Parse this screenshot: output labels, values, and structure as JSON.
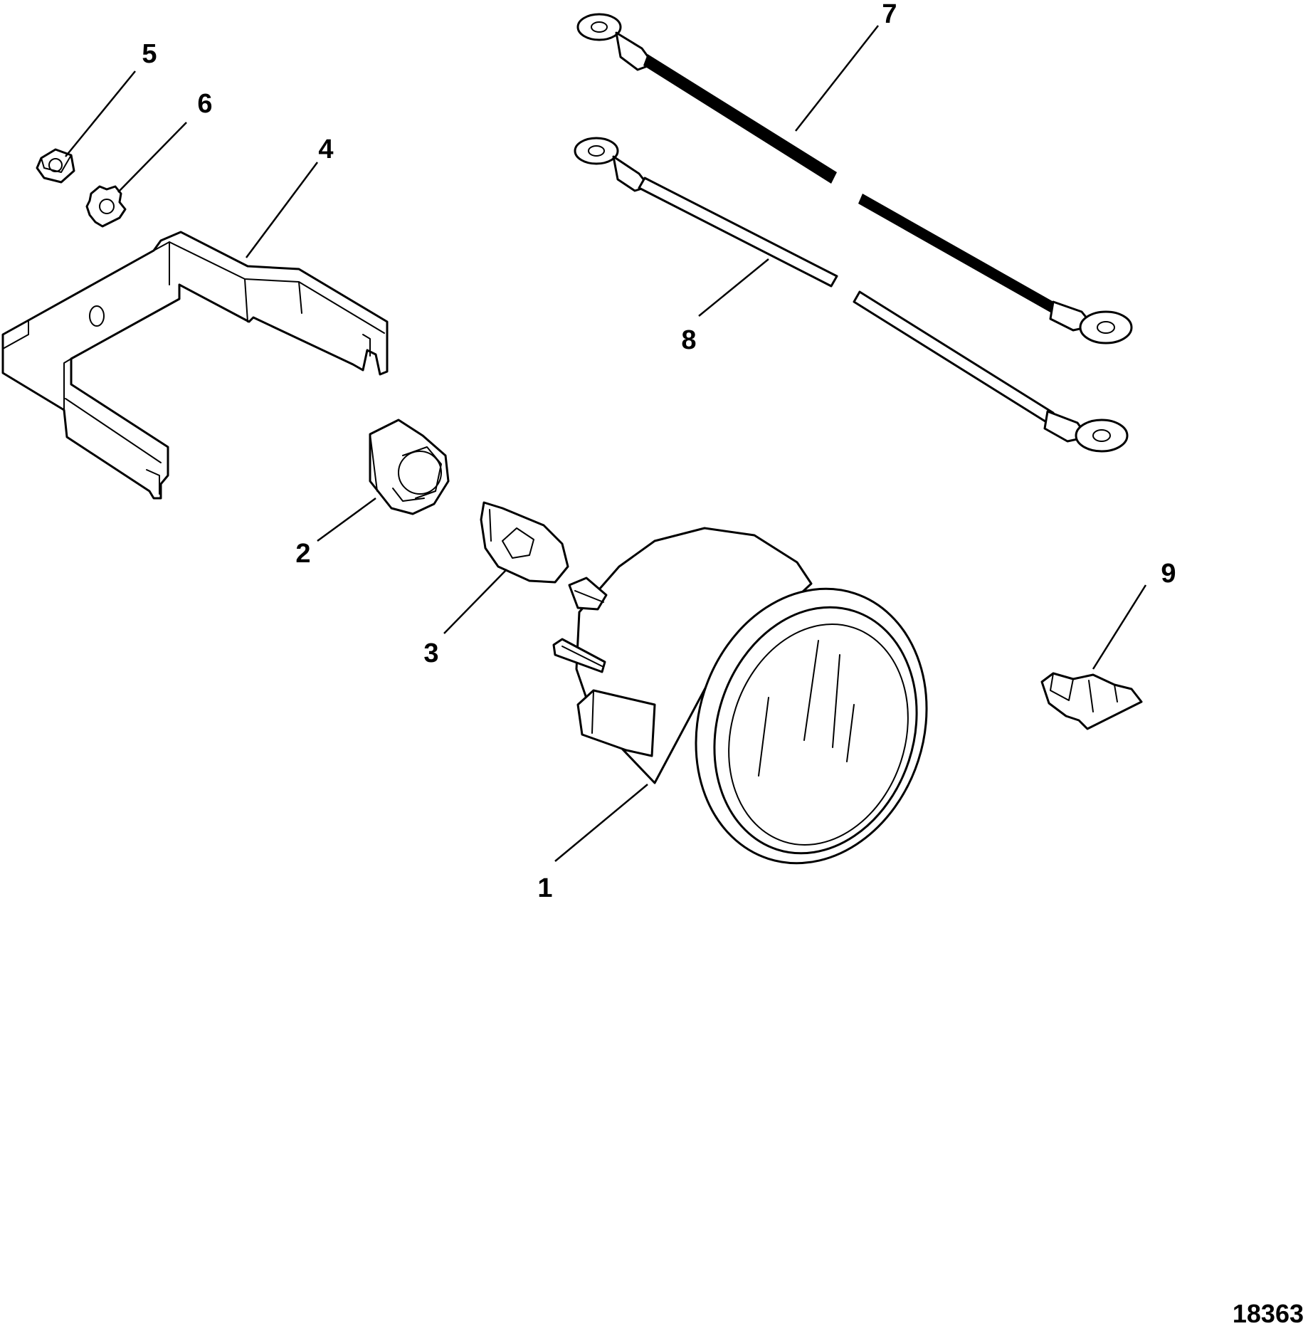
{
  "figure_number": "18363",
  "callouts": [
    {
      "id": "1",
      "label": "1"
    },
    {
      "id": "2",
      "label": "2"
    },
    {
      "id": "3",
      "label": "3"
    },
    {
      "id": "4",
      "label": "4"
    },
    {
      "id": "5",
      "label": "5"
    },
    {
      "id": "6",
      "label": "6"
    },
    {
      "id": "7",
      "label": "7"
    },
    {
      "id": "8",
      "label": "8"
    },
    {
      "id": "9",
      "label": "9"
    }
  ],
  "colors": {
    "line": "#000000",
    "background": "#ffffff"
  }
}
